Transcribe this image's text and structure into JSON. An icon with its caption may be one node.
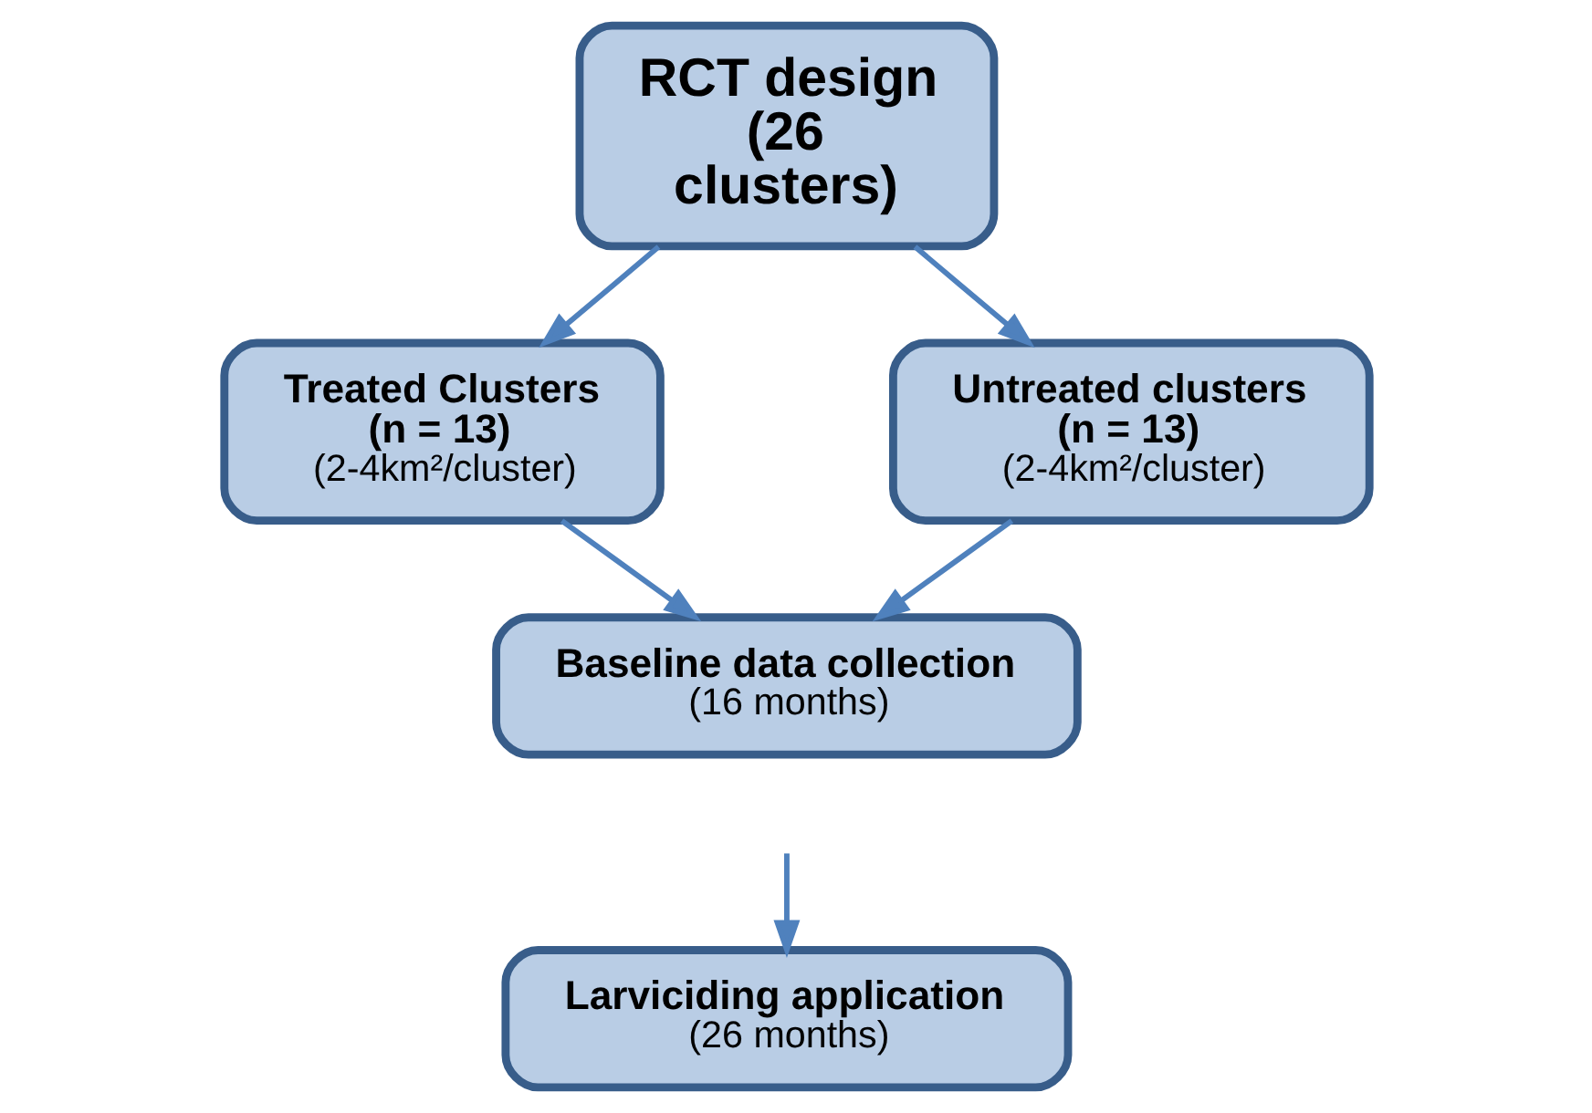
{
  "diagram": {
    "nodes": [
      {
        "text": [
          "RCT design (26 clusters)"
        ]
      },
      {
        "text": [
          "Treated Clusters (n = 13)",
          "(2-4km²/cluster)"
        ]
      },
      {
        "text": [
          "Untreated clusters (n = 13)",
          "(2-4km²/cluster)"
        ]
      },
      {
        "text": [
          "Baseline data collection",
          "(16 months)"
        ]
      },
      {
        "text": [
          "Larviciding application",
          "(26 months)"
        ]
      }
    ],
    "edges": [
      {
        "from": 0,
        "to": 1,
        "arrow": "to"
      },
      {
        "from": 0,
        "to": 2,
        "arrow": "to"
      },
      {
        "from": 1,
        "to": 3,
        "arrow": "to"
      },
      {
        "from": 2,
        "to": 3,
        "arrow": "to"
      },
      {
        "from": null,
        "to": 4,
        "arrow": "to"
      }
    ]
  }
}
